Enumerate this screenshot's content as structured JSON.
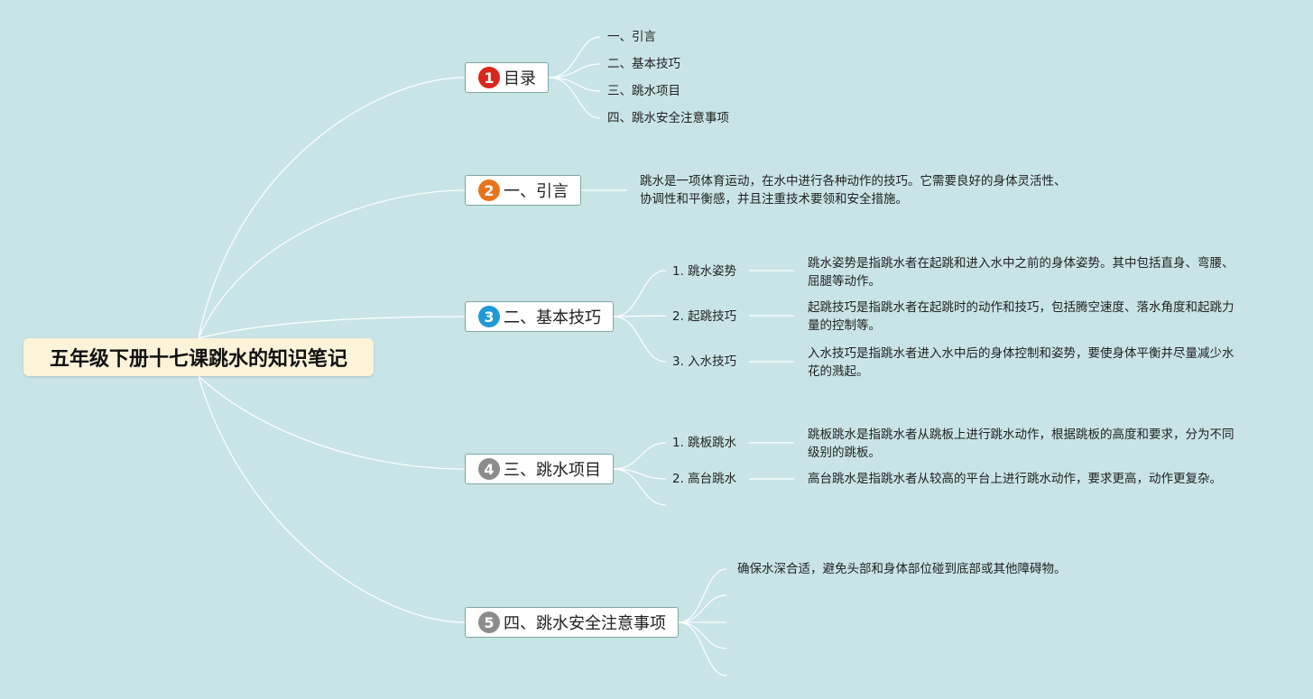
{
  "root": {
    "title": "五年级下册十七课跳水的知识笔记"
  },
  "colors": {
    "background": "#c8e4e6",
    "root_fill": "#fdf3d9",
    "badge_1": "#d9261c",
    "badge_2": "#e8731a",
    "badge_3": "#1f9ad6",
    "badge_4": "#8c8c8c",
    "badge_5": "#8c8c8c"
  },
  "branches": [
    {
      "num": "1",
      "label": "目录"
    },
    {
      "num": "2",
      "label": "一、引言"
    },
    {
      "num": "3",
      "label": "二、基本技巧"
    },
    {
      "num": "4",
      "label": "三、跳水项目"
    },
    {
      "num": "5",
      "label": "四、跳水安全注意事项"
    }
  ],
  "toc": [
    "一、引言",
    "二、基本技巧",
    "三、跳水项目",
    "四、跳水安全注意事项"
  ],
  "intro": {
    "text_line1": "跳水是一项体育运动，在水中进行各种动作的技巧。它需要良好的身体灵活性、",
    "text_line2": "协调性和平衡感，并且注重技术要领和安全措施。"
  },
  "skills": [
    {
      "label": "1. 跳水姿势",
      "desc_line1": "跳水姿势是指跳水者在起跳和进入水中之前的身体姿势。其中包括直身、弯腰、",
      "desc_line2": "屈腿等动作。"
    },
    {
      "label": "2. 起跳技巧",
      "desc_line1": "起跳技巧是指跳水者在起跳时的动作和技巧，包括腾空速度、落水角度和起跳力",
      "desc_line2": "量的控制等。"
    },
    {
      "label": "3. 入水技巧",
      "desc_line1": "入水技巧是指跳水者进入水中后的身体控制和姿势，要使身体平衡并尽量减少水",
      "desc_line2": "花的溅起。"
    }
  ],
  "events": [
    {
      "label": "1. 跳板跳水",
      "desc_line1": "跳板跳水是指跳水者从跳板上进行跳水动作，根据跳板的高度和要求，分为不同",
      "desc_line2": "级别的跳板。"
    },
    {
      "label": "2. 高台跳水",
      "desc_line1": "高台跳水是指跳水者从较高的平台上进行跳水动作，要求更高，动作更复杂。",
      "desc_line2": ""
    }
  ],
  "safety": {
    "items": [
      "确保水深合适，避免头部和身体部位碰到底部或其他障碍物。"
    ]
  }
}
